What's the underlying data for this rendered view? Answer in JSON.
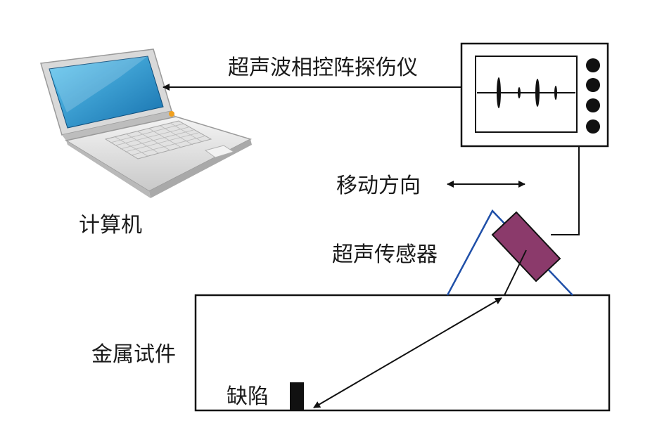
{
  "labels": {
    "instrument": "超声波相控阵探伤仪",
    "computer": "计算机",
    "direction": "移动方向",
    "sensor": "超声传感器",
    "specimen": "金属试件",
    "defect": "缺陷"
  },
  "colors": {
    "line": "#111111",
    "wedge": "#1f4fa8",
    "sensor_fill": "#8b3a6b",
    "screen": "#2a8fc7",
    "defect": "#111111"
  }
}
